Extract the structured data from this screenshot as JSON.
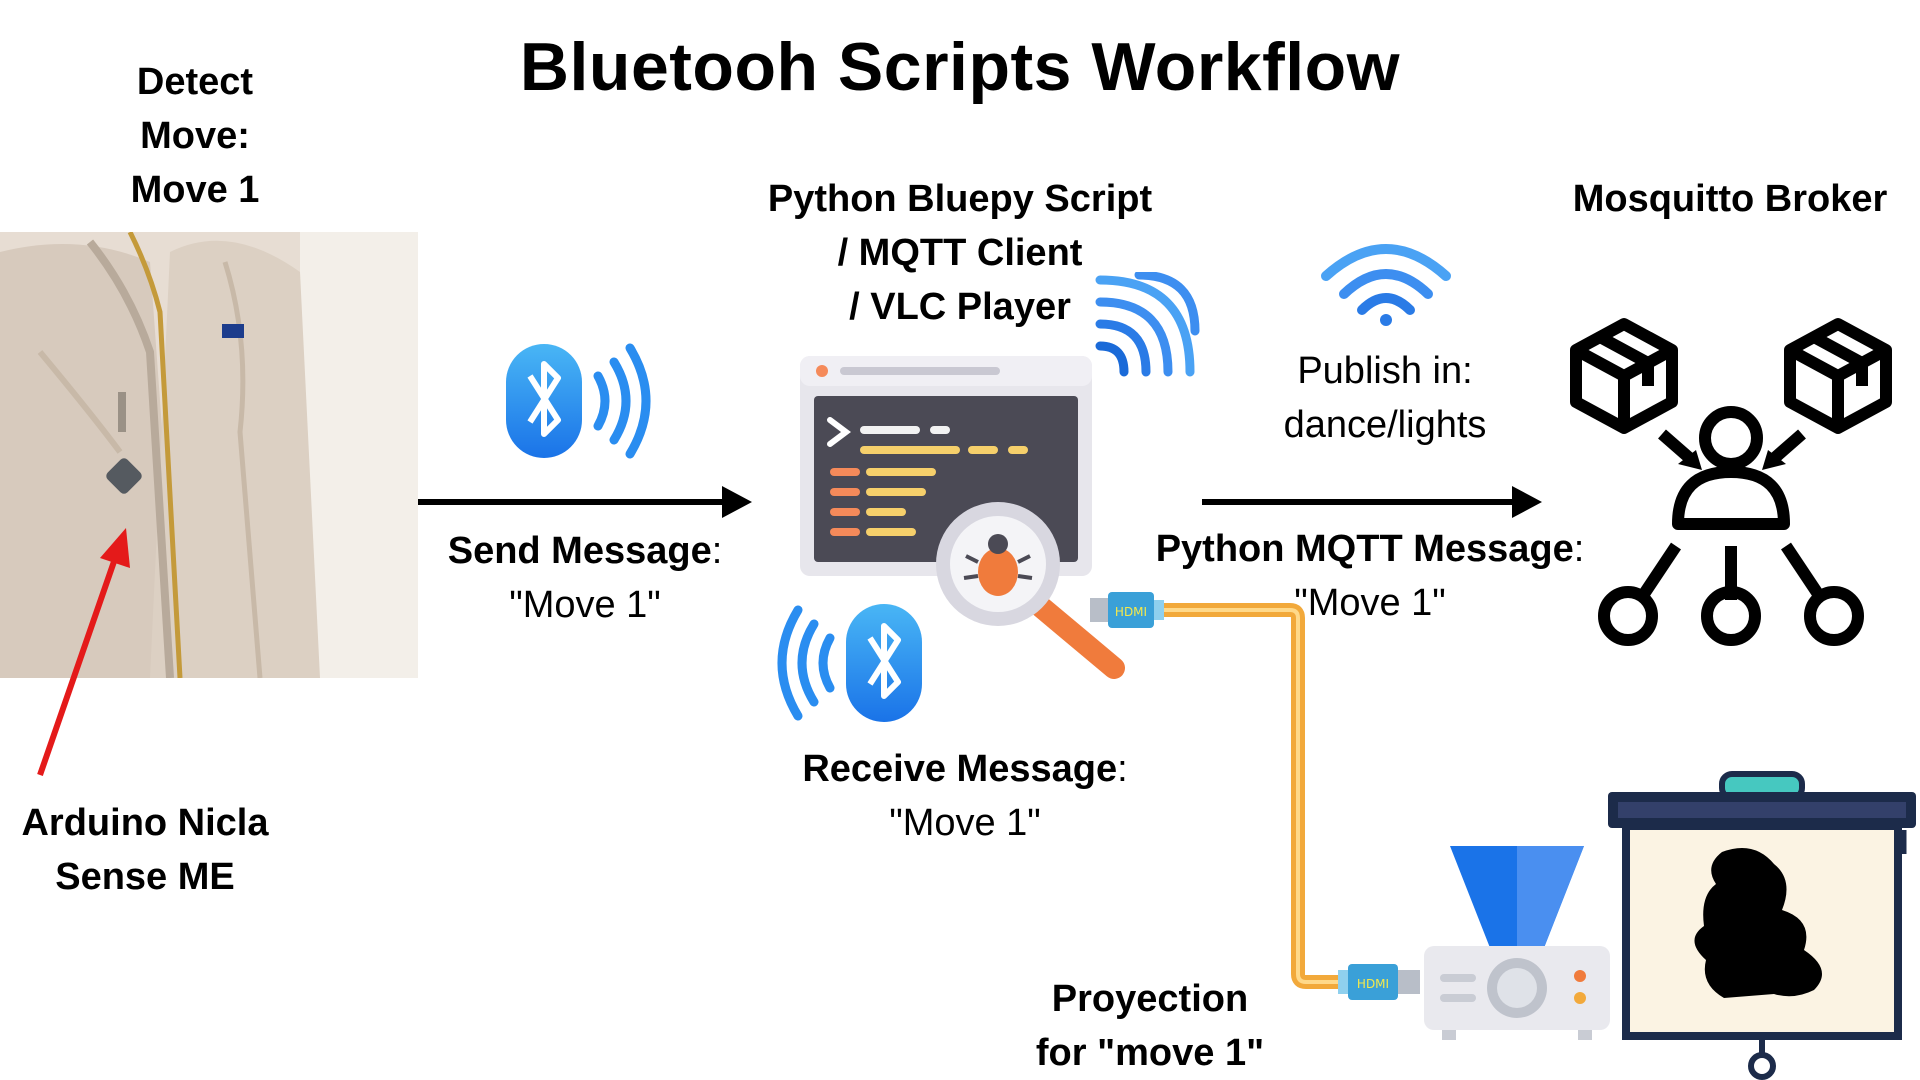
{
  "title": "Bluetooh Scripts Workflow",
  "detect": {
    "line1": "Detect",
    "line2": "Move:",
    "line3": "Move 1"
  },
  "device": {
    "line1": "Arduino Nicla",
    "line2": "Sense ME"
  },
  "send": {
    "label": "Send Message",
    "colon": ":",
    "value": "\"Move 1\""
  },
  "script": {
    "line1": "Python Bluepy Script",
    "line2": "/ MQTT Client",
    "line3": "/ VLC Player"
  },
  "receive": {
    "label": "Receive Message",
    "colon": ":",
    "value": "\"Move 1\""
  },
  "publish": {
    "line1": "Publish in:",
    "line2": "dance/lights"
  },
  "mqtt": {
    "label": "Python MQTT Message",
    "colon": ":",
    "value": "\"Move 1\""
  },
  "broker": {
    "label": "Mosquitto Broker"
  },
  "projection": {
    "line1": "Proyection",
    "line2": "for \"move 1\""
  },
  "hdmi_text": "HDMI",
  "icons": [
    "jacket-photo",
    "pointer-arrow-icon",
    "bluetooth-send-icon",
    "code-window-icon",
    "bug-magnifier-icon",
    "wifi-signal-icon",
    "bluetooth-receive-icon",
    "wifi-publish-icon",
    "broker-network-icon",
    "hdmi-cable-icon",
    "projector-icon",
    "projection-screen-icon"
  ],
  "colors": {
    "accent_blue": "#1a73e8",
    "arrow_red": "#e41a1a",
    "cable_orange": "#f2a93b",
    "window_dark": "#4b4a55",
    "screen_frame": "#1c2b4a",
    "teal": "#46c8c0"
  }
}
